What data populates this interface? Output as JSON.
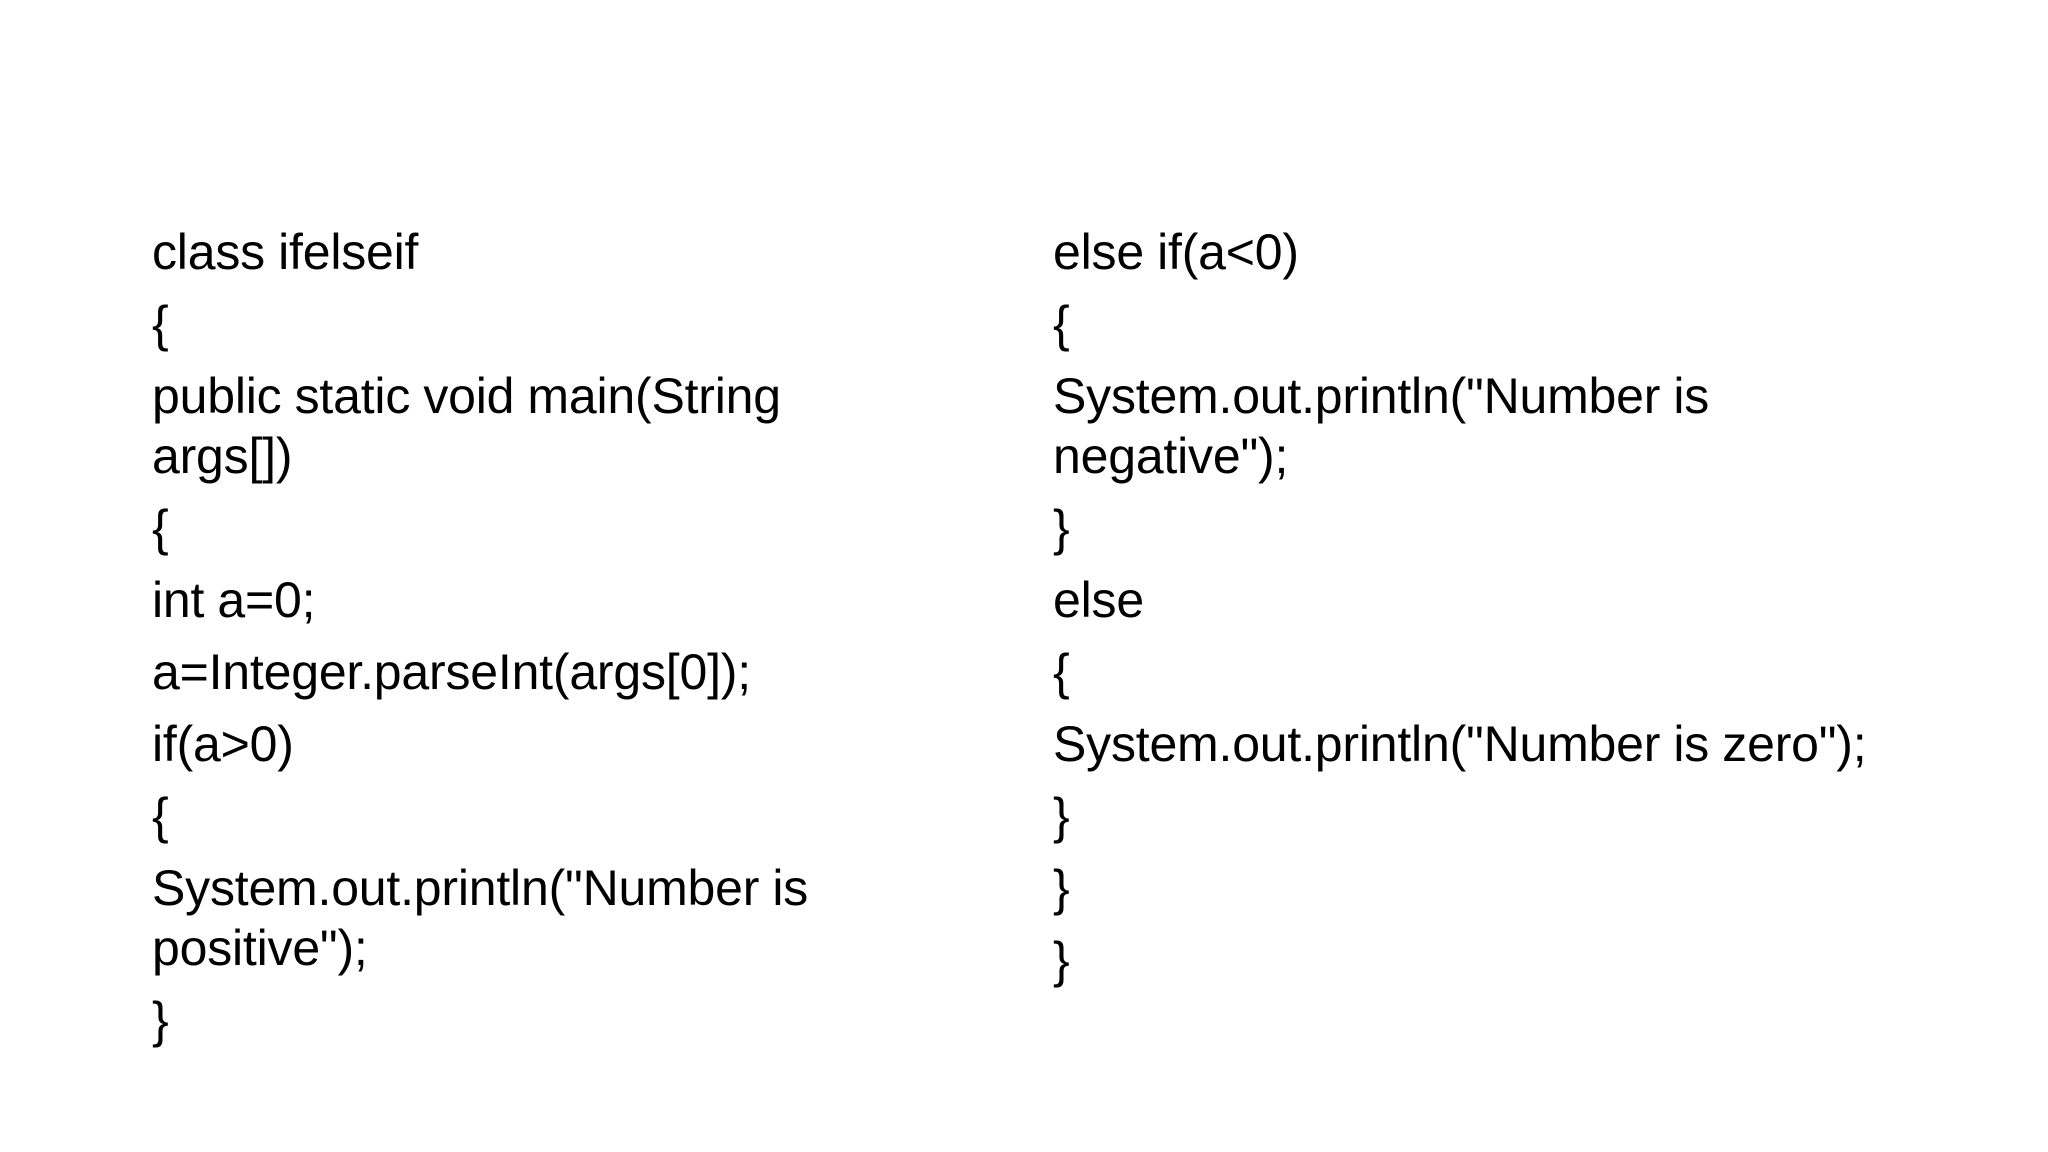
{
  "slide": {
    "background_color": "#ffffff",
    "text_color": "#000000",
    "title": "",
    "columns": [
      {
        "name": "left",
        "lines": [
          "class ifelseif",
          "{",
          "public static void main(String args[])",
          "{",
          "int a=0;",
          "a=Integer.parseInt(args[0]);",
          "if(a>0)",
          "{",
          "System.out.println(\"Number is positive\");",
          "}"
        ]
      },
      {
        "name": "right",
        "lines": [
          "else if(a<0)",
          "{",
          "System.out.println(\"Number is negative\");",
          "}",
          "else",
          "{",
          "System.out.println(\"Number is zero\");",
          "}",
          "}",
          "}"
        ]
      }
    ]
  }
}
